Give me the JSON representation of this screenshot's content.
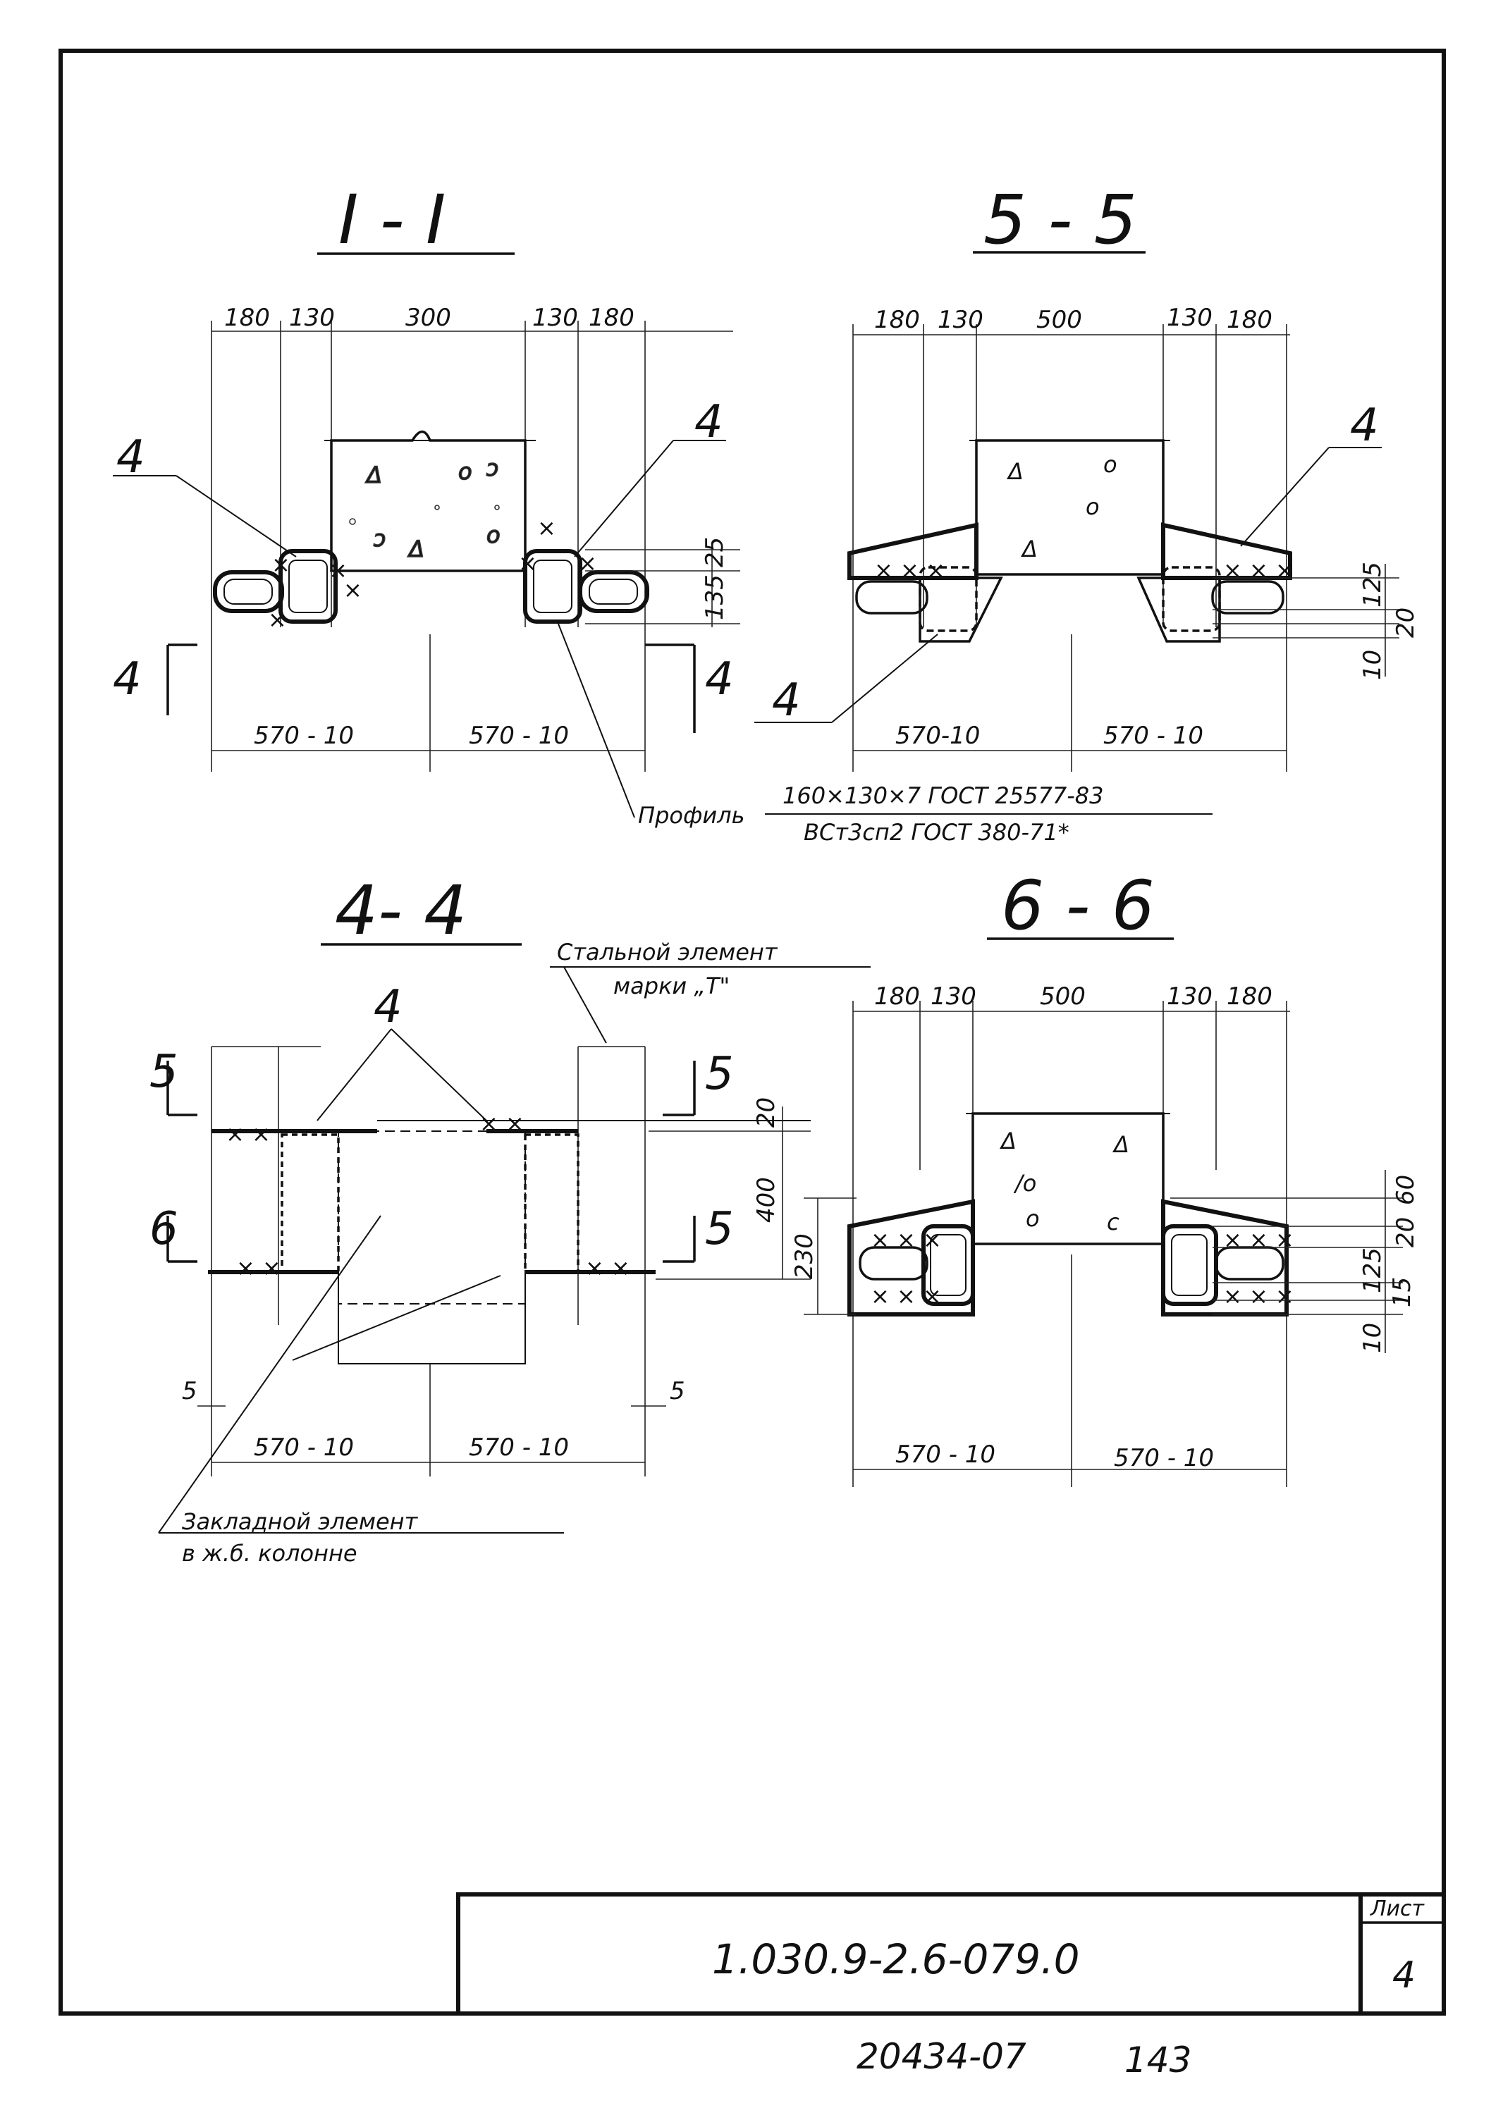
{
  "sections": {
    "s11": {
      "title": "I - I",
      "dims_top": [
        "180",
        "130",
        "300",
        "130",
        "180"
      ],
      "dims_bottom": [
        "570 - 10",
        "570 - 10"
      ],
      "dims_side": [
        "25",
        "135"
      ],
      "callout": "4",
      "cut_marks": [
        "4",
        "4"
      ]
    },
    "s55": {
      "title": "5 - 5",
      "dims_top": [
        "180",
        "130",
        "500",
        "130",
        "180"
      ],
      "dims_bottom": [
        "570-10",
        "570 - 10"
      ],
      "dims_side": [
        "125",
        "20",
        "10"
      ],
      "callout": "4"
    },
    "s44": {
      "title": "4- 4",
      "callout": "4",
      "cut_marks": [
        "5",
        "5",
        "6",
        "5"
      ],
      "dims_side": [
        "20",
        "400"
      ],
      "dims_small": [
        "5",
        "5"
      ],
      "dims_bottom": [
        "570 - 10",
        "570 - 10"
      ]
    },
    "s66": {
      "title": "6 - 6",
      "dims_top": [
        "180",
        "130",
        "500",
        "130",
        "180"
      ],
      "dims_bottom": [
        "570 - 10",
        "570 - 10"
      ],
      "dims_side_left": "230",
      "dims_side": [
        "60",
        "20",
        "125",
        "15",
        "10"
      ]
    }
  },
  "notes": {
    "profile_label": "Профиль",
    "profile_line1": "160×130×7 ГОСТ 25577-83",
    "profile_line2": "ВСт3сп2 ГОСТ 380-71*",
    "steel_element_1": "Стальной элемент",
    "steel_element_2": "марки „Т\"",
    "embedded_1": "Закладной элемент",
    "embedded_2": "в ж.б. колонне"
  },
  "title_block": {
    "code": "1.030.9-2.6-079.0",
    "sheet_label": "Лист",
    "sheet_number": "4"
  },
  "footer": {
    "inventory": "20434-07",
    "page": "143"
  }
}
